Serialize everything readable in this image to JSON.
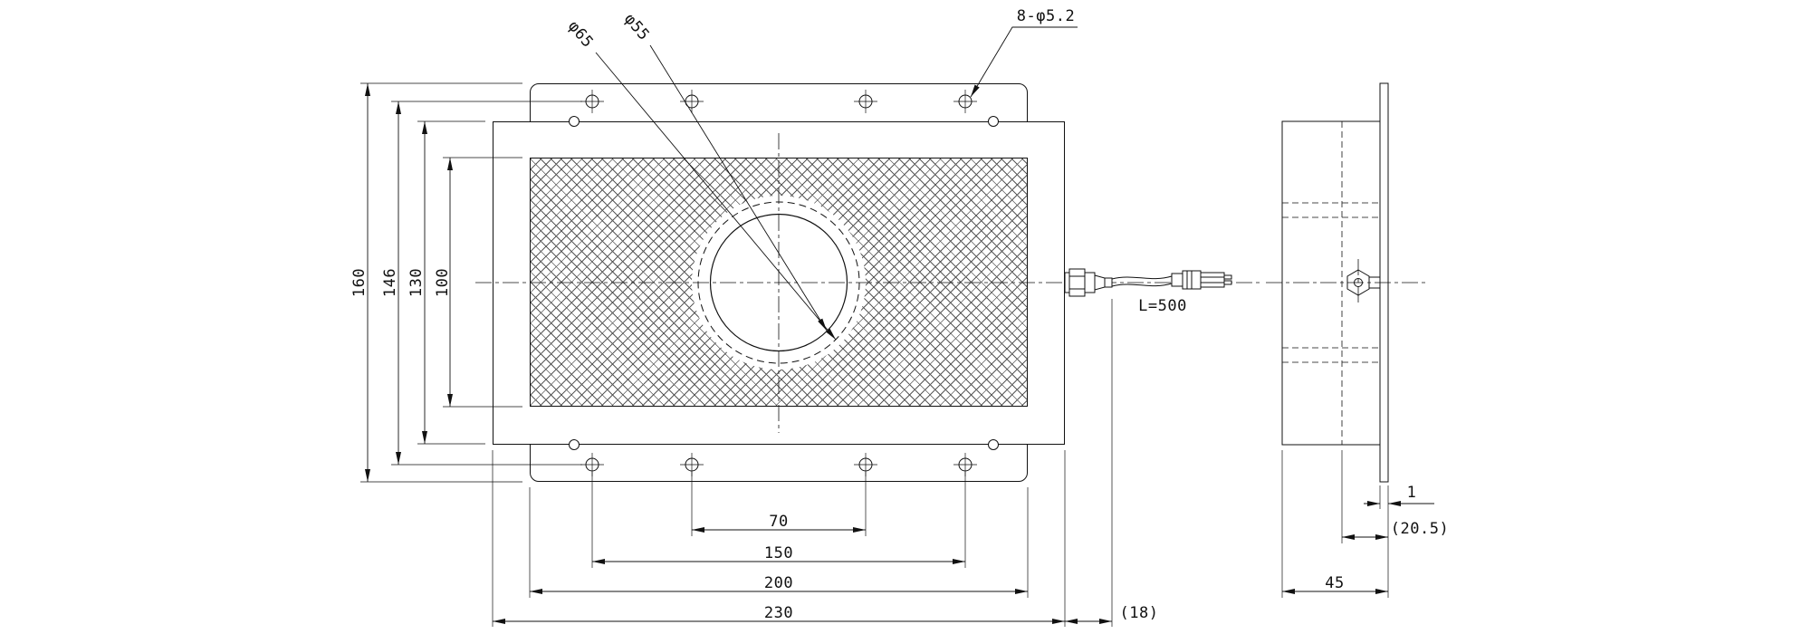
{
  "colors": {
    "line": "#111111",
    "background": "#ffffff"
  },
  "front_view": {
    "hole_spec": "8-φ5.2",
    "dia_outer": "φ65",
    "dia_inner": "φ55",
    "cable_length": "L=500",
    "dims": {
      "height_flange": "160",
      "height_holes": "146",
      "height_body": "130",
      "height_window": "100",
      "width_holes_inner": "70",
      "width_holes_outer": "150",
      "width_flange": "200",
      "width_body": "230",
      "gland_protrusion": "(18)"
    }
  },
  "side_view": {
    "dims": {
      "plate_thickness": "1",
      "depth_connector": "(20.5)",
      "depth_total": "45"
    }
  }
}
